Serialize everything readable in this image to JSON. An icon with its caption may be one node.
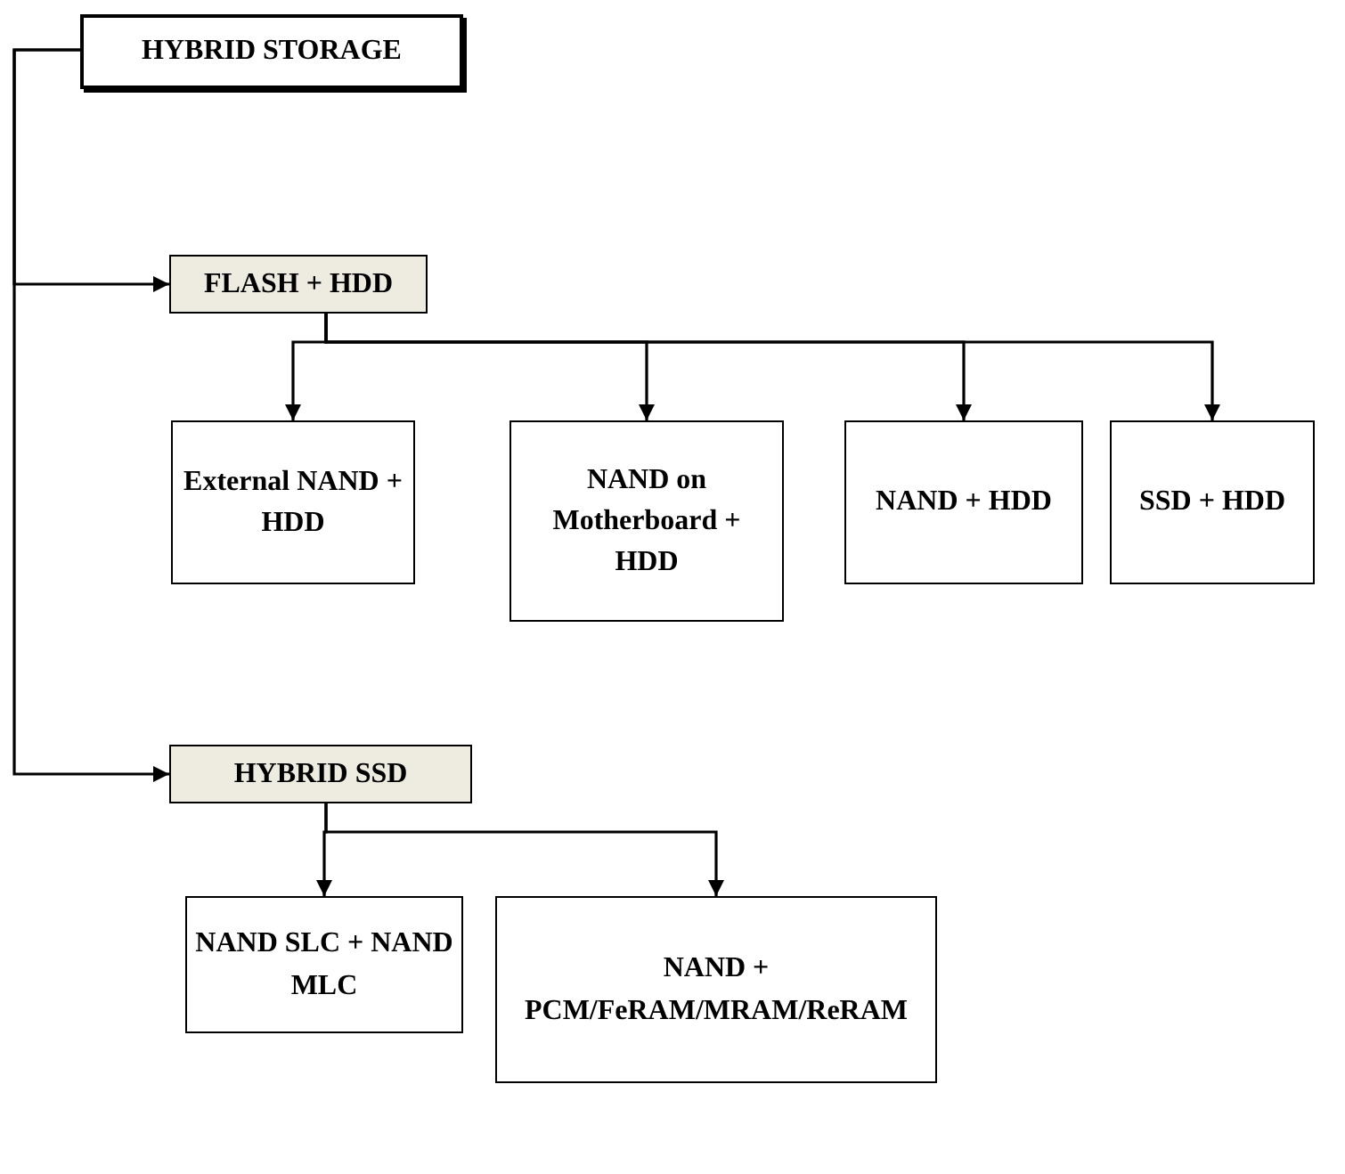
{
  "diagram": {
    "nodes": [
      {
        "text": [
          "HYBRID STORAGE"
        ]
      },
      {
        "text": [
          "FLASH + HDD"
        ]
      },
      {
        "text": [
          "External NAND + HDD"
        ]
      },
      {
        "text": [
          "NAND on Motherboard + HDD"
        ]
      },
      {
        "text": [
          "NAND + HDD"
        ]
      },
      {
        "text": [
          "SSD + HDD"
        ]
      },
      {
        "text": [
          "HYBRID SSD"
        ]
      },
      {
        "text": [
          "NAND SLC + NAND MLC"
        ]
      },
      {
        "text": [
          "NAND + PCM/FeRAM/MRAM/ReRAM"
        ]
      }
    ],
    "edges": [
      {
        "from": 0,
        "to": 1,
        "arrow": "to"
      },
      {
        "from": 0,
        "to": 6,
        "arrow": "to"
      },
      {
        "from": 1,
        "to": 2,
        "arrow": "to"
      },
      {
        "from": 1,
        "to": 3,
        "arrow": "to"
      },
      {
        "from": 1,
        "to": 4,
        "arrow": "to"
      },
      {
        "from": 1,
        "to": 5,
        "arrow": "to"
      },
      {
        "from": 6,
        "to": 7,
        "arrow": "to"
      },
      {
        "from": 6,
        "to": 8,
        "arrow": "to"
      }
    ]
  }
}
